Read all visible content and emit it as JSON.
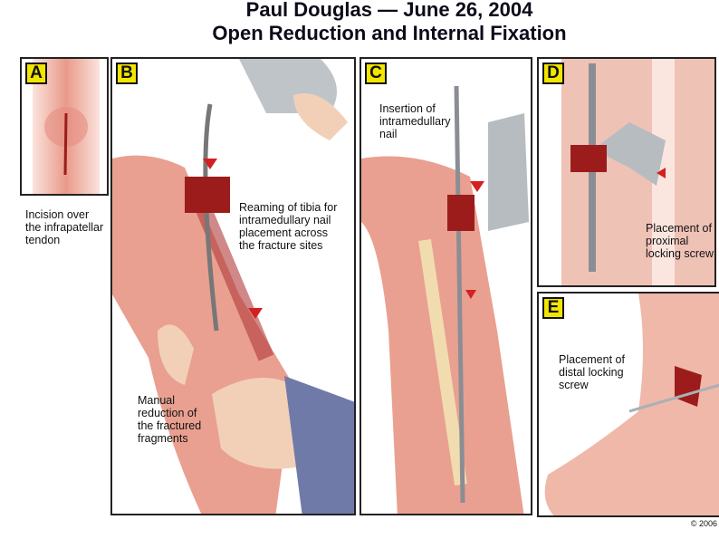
{
  "title": {
    "line1": "Paul Douglas — June 26, 2004",
    "line2": "Open Reduction and Internal Fixation"
  },
  "panels": {
    "a": {
      "badge": "A",
      "label": "Incision over the infrapatellar tendon"
    },
    "b": {
      "badge": "B",
      "label1": "Reaming of tibia for intramedullary nail placement across the fracture sites",
      "label2": "Manual reduction of the fractured fragments"
    },
    "c": {
      "badge": "C",
      "label": "Insertion of intramedullary nail"
    },
    "d": {
      "badge": "D",
      "label": "Placement of proximal locking screw"
    },
    "e": {
      "badge": "E",
      "label": "Placement of distal locking screw"
    }
  },
  "copyright": "© 2006",
  "colors": {
    "skin": "#e8a08c",
    "wound": "#9c1c1c",
    "badge": "#f2e500",
    "arrow": "#d42020"
  }
}
